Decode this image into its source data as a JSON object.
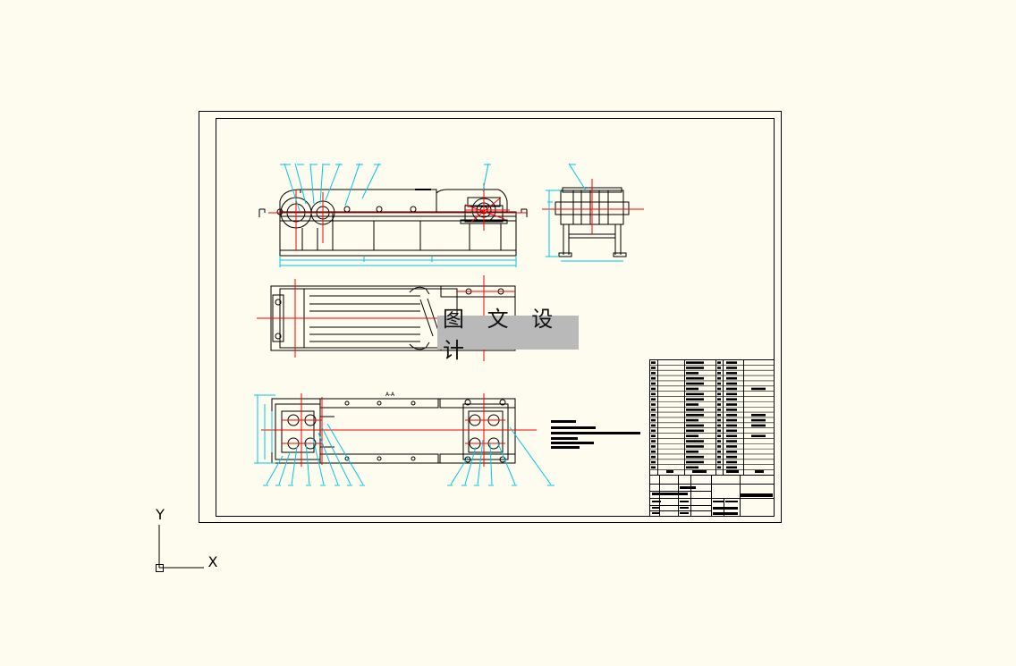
{
  "drawing": {
    "section_label": "A-A",
    "watermark": "图 文 设 计",
    "ucs": {
      "y_label": "Y",
      "x_label": "X"
    }
  },
  "colors": {
    "background": "#fdfcee",
    "outline": "#000000",
    "centerline": "#ff0000",
    "dimension": "#00c8e0",
    "watermark_bg": "#b9b9b9"
  }
}
